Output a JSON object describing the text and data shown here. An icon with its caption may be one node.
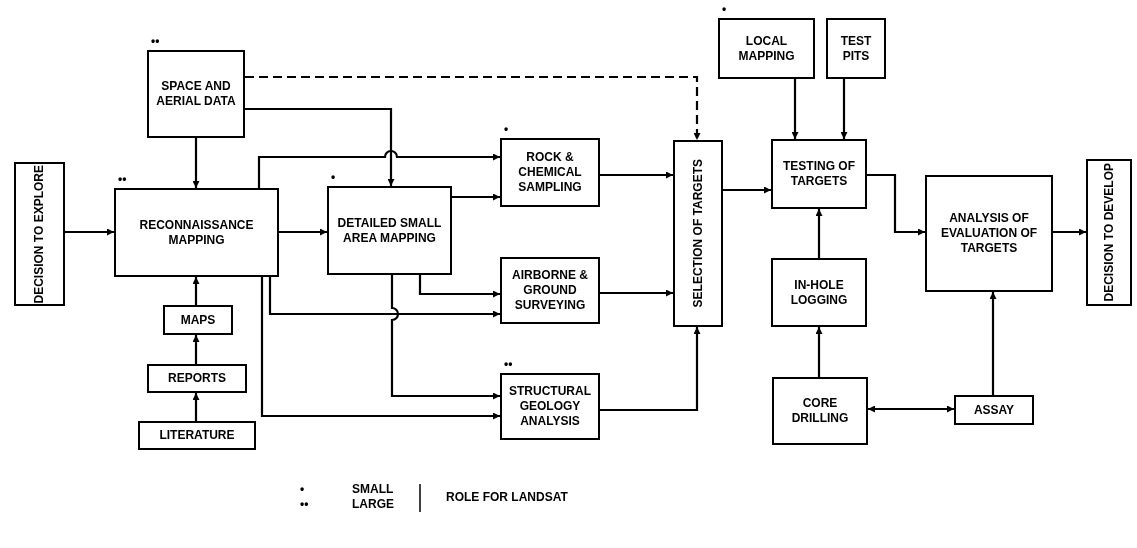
{
  "diagram": {
    "nodes": [
      {
        "text": [
          "DECISION TO EXPLORE"
        ]
      },
      {
        "text": [
          "SPACE AND AERIAL DATA"
        ],
        "beside": [
          "••"
        ]
      },
      {
        "text": [
          "RECONNAISSANCE MAPPING"
        ],
        "beside": [
          "••"
        ]
      },
      {
        "text": [
          "MAPS"
        ]
      },
      {
        "text": [
          "REPORTS"
        ]
      },
      {
        "text": [
          "LITERATURE"
        ]
      },
      {
        "text": [
          "DETAILED SMALL AREA MAPPING"
        ],
        "beside": [
          "•"
        ]
      },
      {
        "text": [
          "ROCK & CHEMICAL SAMPLING"
        ],
        "beside": [
          "•"
        ]
      },
      {
        "text": [
          "AIRBORNE & GROUND SURVEYING"
        ]
      },
      {
        "text": [
          "STRUCTURAL GEOLOGY ANALYSIS"
        ],
        "beside": [
          "••"
        ]
      },
      {
        "text": [
          "SELECTION OF TARGETS"
        ]
      },
      {
        "text": [
          "LOCAL MAPPING"
        ],
        "beside": [
          "•"
        ]
      },
      {
        "text": [
          "TEST PITS"
        ]
      },
      {
        "text": [
          "TESTING OF TARGETS"
        ]
      },
      {
        "text": [
          "IN-HOLE LOGGING"
        ]
      },
      {
        "text": [
          "CORE DRILLING"
        ]
      },
      {
        "text": [
          "ANALYSIS OF EVALUATION OF TARGETS"
        ]
      },
      {
        "text": [
          "ASSAY"
        ]
      },
      {
        "text": [
          "DECISION TO DEVELOP"
        ]
      }
    ],
    "edges": [
      {
        "from": 0,
        "to": 2,
        "arrow": "to"
      },
      {
        "from": 1,
        "to": 2,
        "arrow": "to"
      },
      {
        "from": 1,
        "to": 6,
        "arrow": "to"
      },
      {
        "from": 1,
        "to": 10,
        "arrow": "to",
        "style": "dashed"
      },
      {
        "from": 2,
        "to": 6,
        "arrow": "to"
      },
      {
        "from": 2,
        "to": 7,
        "arrow": "to"
      },
      {
        "from": 6,
        "to": 7,
        "arrow": "to"
      },
      {
        "from": 6,
        "to": 8,
        "arrow": "to"
      },
      {
        "from": 2,
        "to": 8,
        "arrow": "to"
      },
      {
        "from": 6,
        "to": 9,
        "arrow": "to"
      },
      {
        "from": 2,
        "to": 9,
        "arrow": "to"
      },
      {
        "from": 3,
        "to": 2,
        "arrow": "to"
      },
      {
        "from": 4,
        "to": 3,
        "arrow": "to"
      },
      {
        "from": 5,
        "to": 4,
        "arrow": "to"
      },
      {
        "from": 7,
        "to": 10,
        "arrow": "to"
      },
      {
        "from": 8,
        "to": 10,
        "arrow": "to"
      },
      {
        "from": 9,
        "to": 10,
        "arrow": "to"
      },
      {
        "from": 10,
        "to": 13,
        "arrow": "to"
      },
      {
        "from": 11,
        "to": 13,
        "arrow": "to"
      },
      {
        "from": 12,
        "to": 13,
        "arrow": "to"
      },
      {
        "from": 14,
        "to": 13,
        "arrow": "to"
      },
      {
        "from": 15,
        "to": 14,
        "arrow": "to"
      },
      {
        "from": 15,
        "to": 17,
        "arrow": "both"
      },
      {
        "from": 17,
        "to": 16,
        "arrow": "to"
      },
      {
        "from": 13,
        "to": 16,
        "arrow": "to"
      },
      {
        "from": 16,
        "to": 18,
        "arrow": "to"
      }
    ],
    "labels": [
      "•",
      "SMALL",
      "••",
      "LARGE",
      "ROLE FOR LANDSAT"
    ]
  }
}
